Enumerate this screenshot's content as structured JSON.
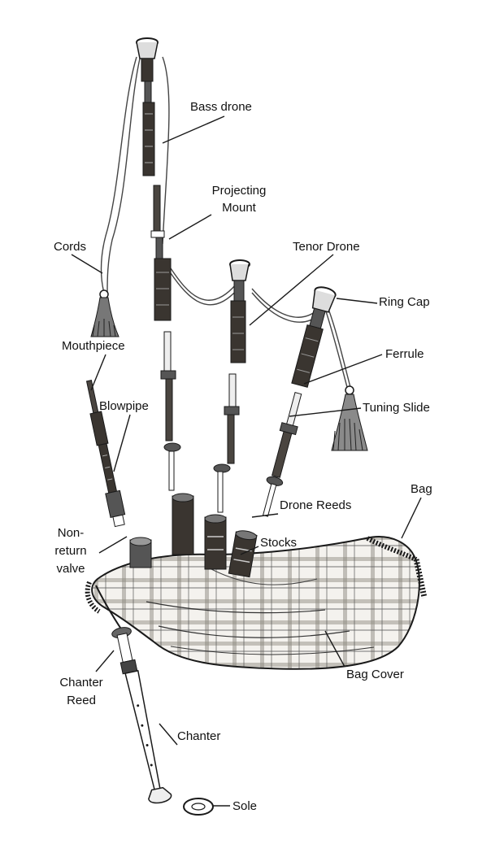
{
  "labels": {
    "bass_drone": "Bass drone",
    "projecting_mount_1": "Projecting",
    "projecting_mount_2": "Mount",
    "cords": "Cords",
    "tenor_drone": "Tenor Drone",
    "ring_cap": "Ring Cap",
    "mouthpiece": "Mouthpiece",
    "ferrule": "Ferrule",
    "blowpipe": "Blowpipe",
    "tuning_slide": "Tuning Slide",
    "bag": "Bag",
    "drone_reeds": "Drone Reeds",
    "non_return_1": "Non-",
    "non_return_2": "return",
    "non_return_3": "valve",
    "stocks": "Stocks",
    "chanter_reed_1": "Chanter",
    "chanter_reed_2": "Reed",
    "bag_cover": "Bag Cover",
    "chanter": "Chanter",
    "sole": "Sole"
  },
  "colors": {
    "ink": "#1a1a1a",
    "wood": "#3a3530",
    "tartan": "#f2f0ec",
    "background": "#ffffff"
  }
}
